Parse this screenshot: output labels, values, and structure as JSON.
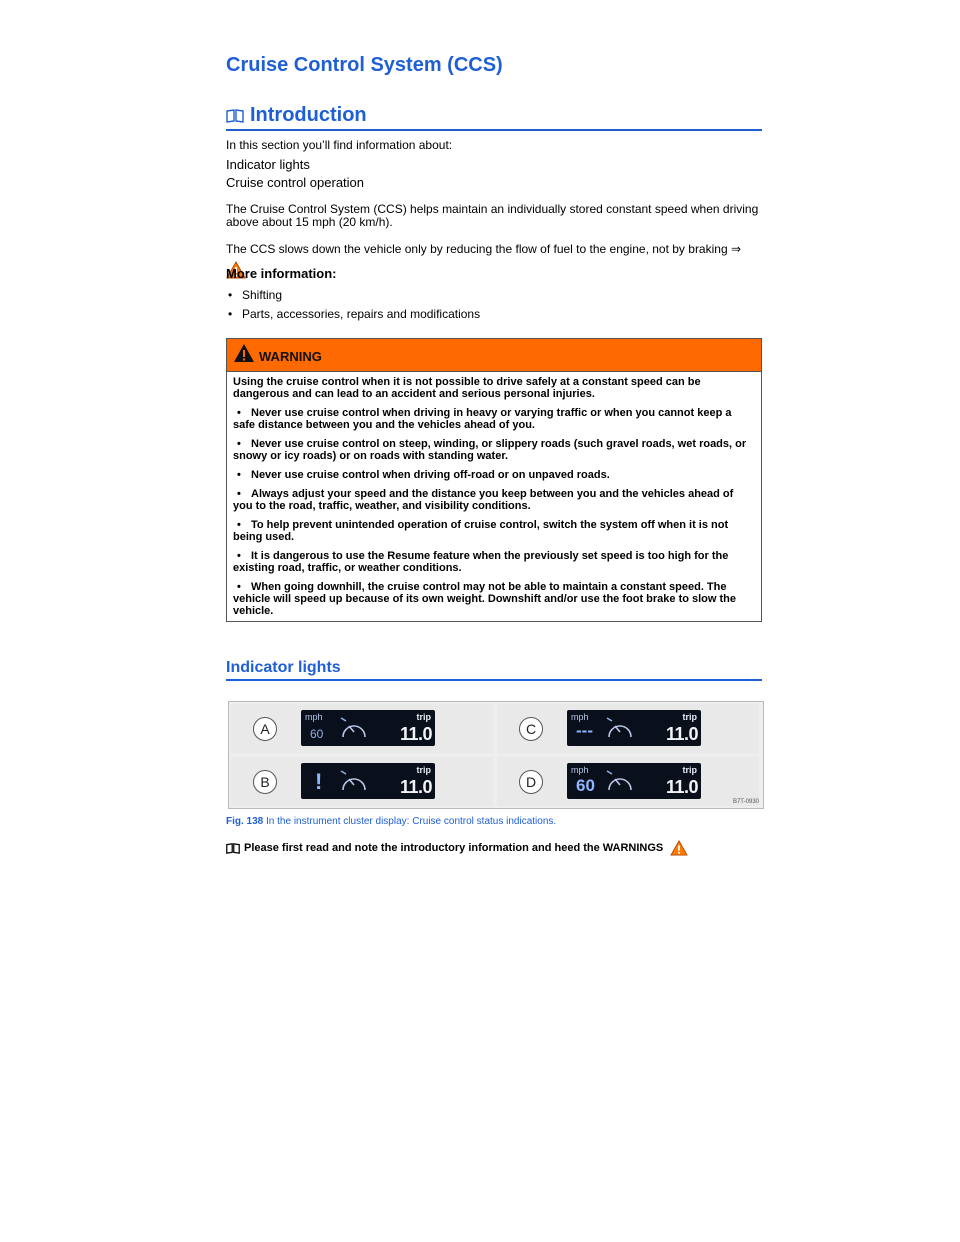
{
  "title": "Cruise Control System (CCS)",
  "intro": {
    "heading": "Introduction",
    "lead": "In this section you’ll find information about:",
    "topics": [
      "Indicator lights",
      "Cruise control operation"
    ],
    "para1": "The Cruise Control System (CCS) helps maintain an individually stored constant speed when driving above about 15 mph (20 km/h).",
    "para2": "The CCS slows down the vehicle only by reducing the flow of fuel to the engine, not by braking ⇒",
    "para2_end": ".",
    "more_info_label": "More information:",
    "more_info_items": [
      "Shifting",
      "Parts, accessories, repairs and modifications"
    ]
  },
  "warning": {
    "label": "WARNING",
    "lead": "Using the cruise control when it is not possible to drive safely at a constant speed can be dangerous and can lead to an accident and serious personal injuries.",
    "items": [
      "Never use cruise control when driving in heavy or varying traffic or when you cannot keep a safe distance between you and the vehicles ahead of you.",
      "Never use cruise control on steep, winding, or slippery roads (such gravel roads, wet roads, or snowy or icy roads) or on roads with standing water.",
      "Never use cruise control when driving off-road or on unpaved roads.",
      "Always adjust your speed and the distance you keep between you and the vehicles ahead of you to the road, traffic, weather, and visibility conditions.",
      "To help prevent unintended operation of cruise control, switch the system off when it is not being used.",
      "It is dangerous to use the Resume feature when the previously set speed is too high for the existing road, traffic, or weather conditions.",
      "When going downhill, the cruise control may not be able to maintain a constant speed. The vehicle will speed up because of its own weight. Downshift and/or use the foot brake to slow the vehicle."
    ]
  },
  "indicator": {
    "heading": "Indicator lights",
    "figure": {
      "panels": [
        {
          "letter": "A",
          "unit": "mph",
          "speed": "60",
          "trip_label": "trip",
          "trip_value": "11.0"
        },
        {
          "letter": "C",
          "unit": "mph",
          "speed": "---",
          "trip_label": "trip",
          "trip_value": "11.0"
        },
        {
          "letter": "B",
          "unit": "",
          "speed": "!",
          "trip_label": "trip",
          "trip_value": "11.0"
        },
        {
          "letter": "D",
          "unit": "mph",
          "speed": "60",
          "trip_label": "trip",
          "trip_value": "11.0"
        }
      ],
      "code": "B7T-0930"
    },
    "caption_label": "Fig. 138",
    "caption_text": "In the instrument cluster display: Cruise control status indications.",
    "note": "Please first read and note the introductory information and heed the WARNINGS"
  },
  "colors": {
    "heading_blue": "#1f5fd6",
    "warning_orange": "#ff6a00"
  }
}
